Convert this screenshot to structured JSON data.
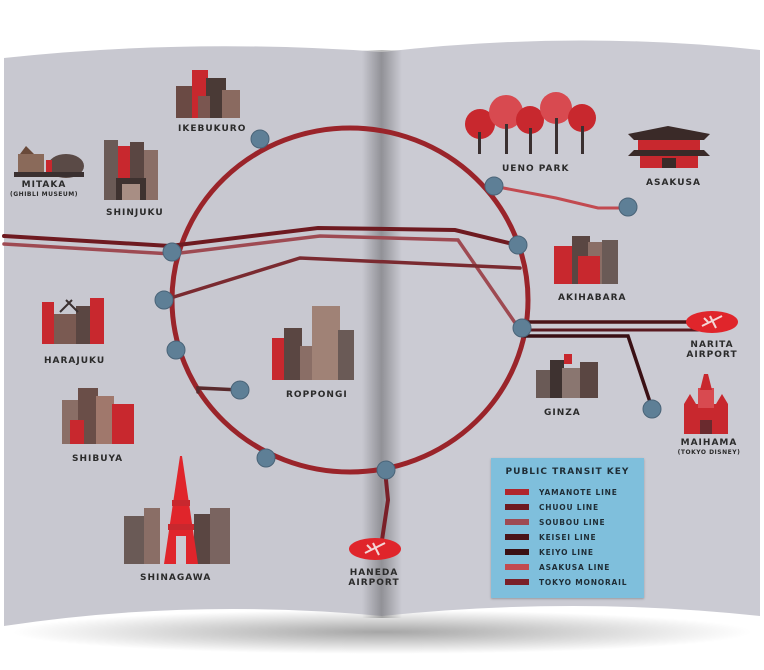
{
  "places": {
    "ikebukuro": "IKEBUKURO",
    "mitaka": "MITAKA",
    "mitaka_sub": "(GHIBLI MUSEUM)",
    "shinjuku": "SHINJUKU",
    "harajuku": "HARAJUKU",
    "shibuya": "SHIBUYA",
    "shinagawa": "SHINAGAWA",
    "roppongi": "ROPPONGI",
    "haneda_1": "HANEDA",
    "haneda_2": "AIRPORT",
    "ueno_park": "UENO PARK",
    "asakusa": "ASAKUSA",
    "akihabara": "AKIHABARA",
    "narita_1": "NARITA",
    "narita_2": "AIRPORT",
    "ginza": "GINZA",
    "maihama": "MAIHAMA",
    "maihama_sub": "(TOKYO DISNEY)"
  },
  "legend": {
    "title": "PUBLIC TRANSIT KEY",
    "items": [
      {
        "label": "YAMANOTE LINE",
        "color": "#b0262c"
      },
      {
        "label": "CHUOU LINE",
        "color": "#6e1a20"
      },
      {
        "label": "SOUBOU LINE",
        "color": "#9e4a52"
      },
      {
        "label": "KEISEI LINE",
        "color": "#4a1418"
      },
      {
        "label": "KEIYO LINE",
        "color": "#3a1014"
      },
      {
        "label": "ASAKUSA LINE",
        "color": "#c24a50"
      },
      {
        "label": "TOKYO MONORAIL",
        "color": "#7a2028"
      }
    ]
  },
  "colors": {
    "paper": "#c9c9d1",
    "station": "#5e7f96",
    "airport_marker": "#e0252b",
    "building_red": "#c8282e",
    "building_dark": "#4a3a36"
  },
  "icons": {
    "airport": "airplane-icon",
    "station": "station-dot-icon"
  }
}
